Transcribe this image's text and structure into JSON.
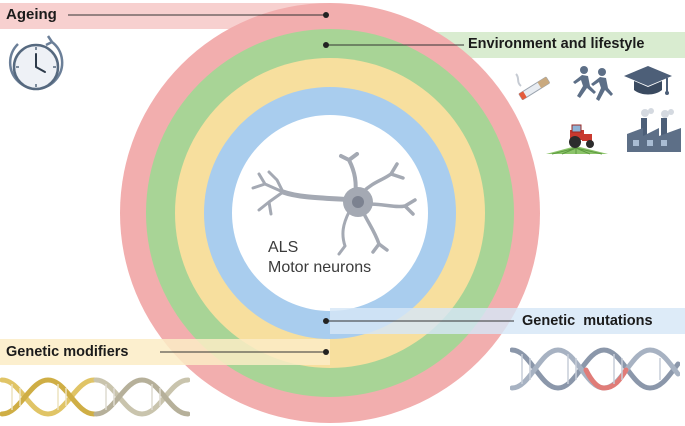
{
  "labels": {
    "ageing": "Ageing",
    "environment": "Environment and lifestyle",
    "genetic_mutations": "Genetic  mutations",
    "genetic_modifiers": "Genetic modifiers"
  },
  "center": {
    "line1": "ALS",
    "line2": "Motor neurons"
  },
  "colors": {
    "ring_ageing": "#f2aeae",
    "ring_environment": "#a8d496",
    "ring_modifiers": "#f7df9e",
    "ring_mutations": "#a9cdee",
    "band_ageing": "#f7d0cf",
    "band_environment": "#d9ecd0",
    "band_modifiers": "#fbecc6",
    "band_mutations": "#d6e7f7",
    "neuron": "#a4a9b3",
    "icon_gray": "#5d6f87"
  },
  "icons": [
    "clock-icon",
    "cigarette-icon",
    "runners-icon",
    "graduation-cap-icon",
    "tractor-field-icon",
    "factory-icon",
    "dna-mutation-icon",
    "dna-modifier-icon",
    "motor-neuron-icon"
  ]
}
